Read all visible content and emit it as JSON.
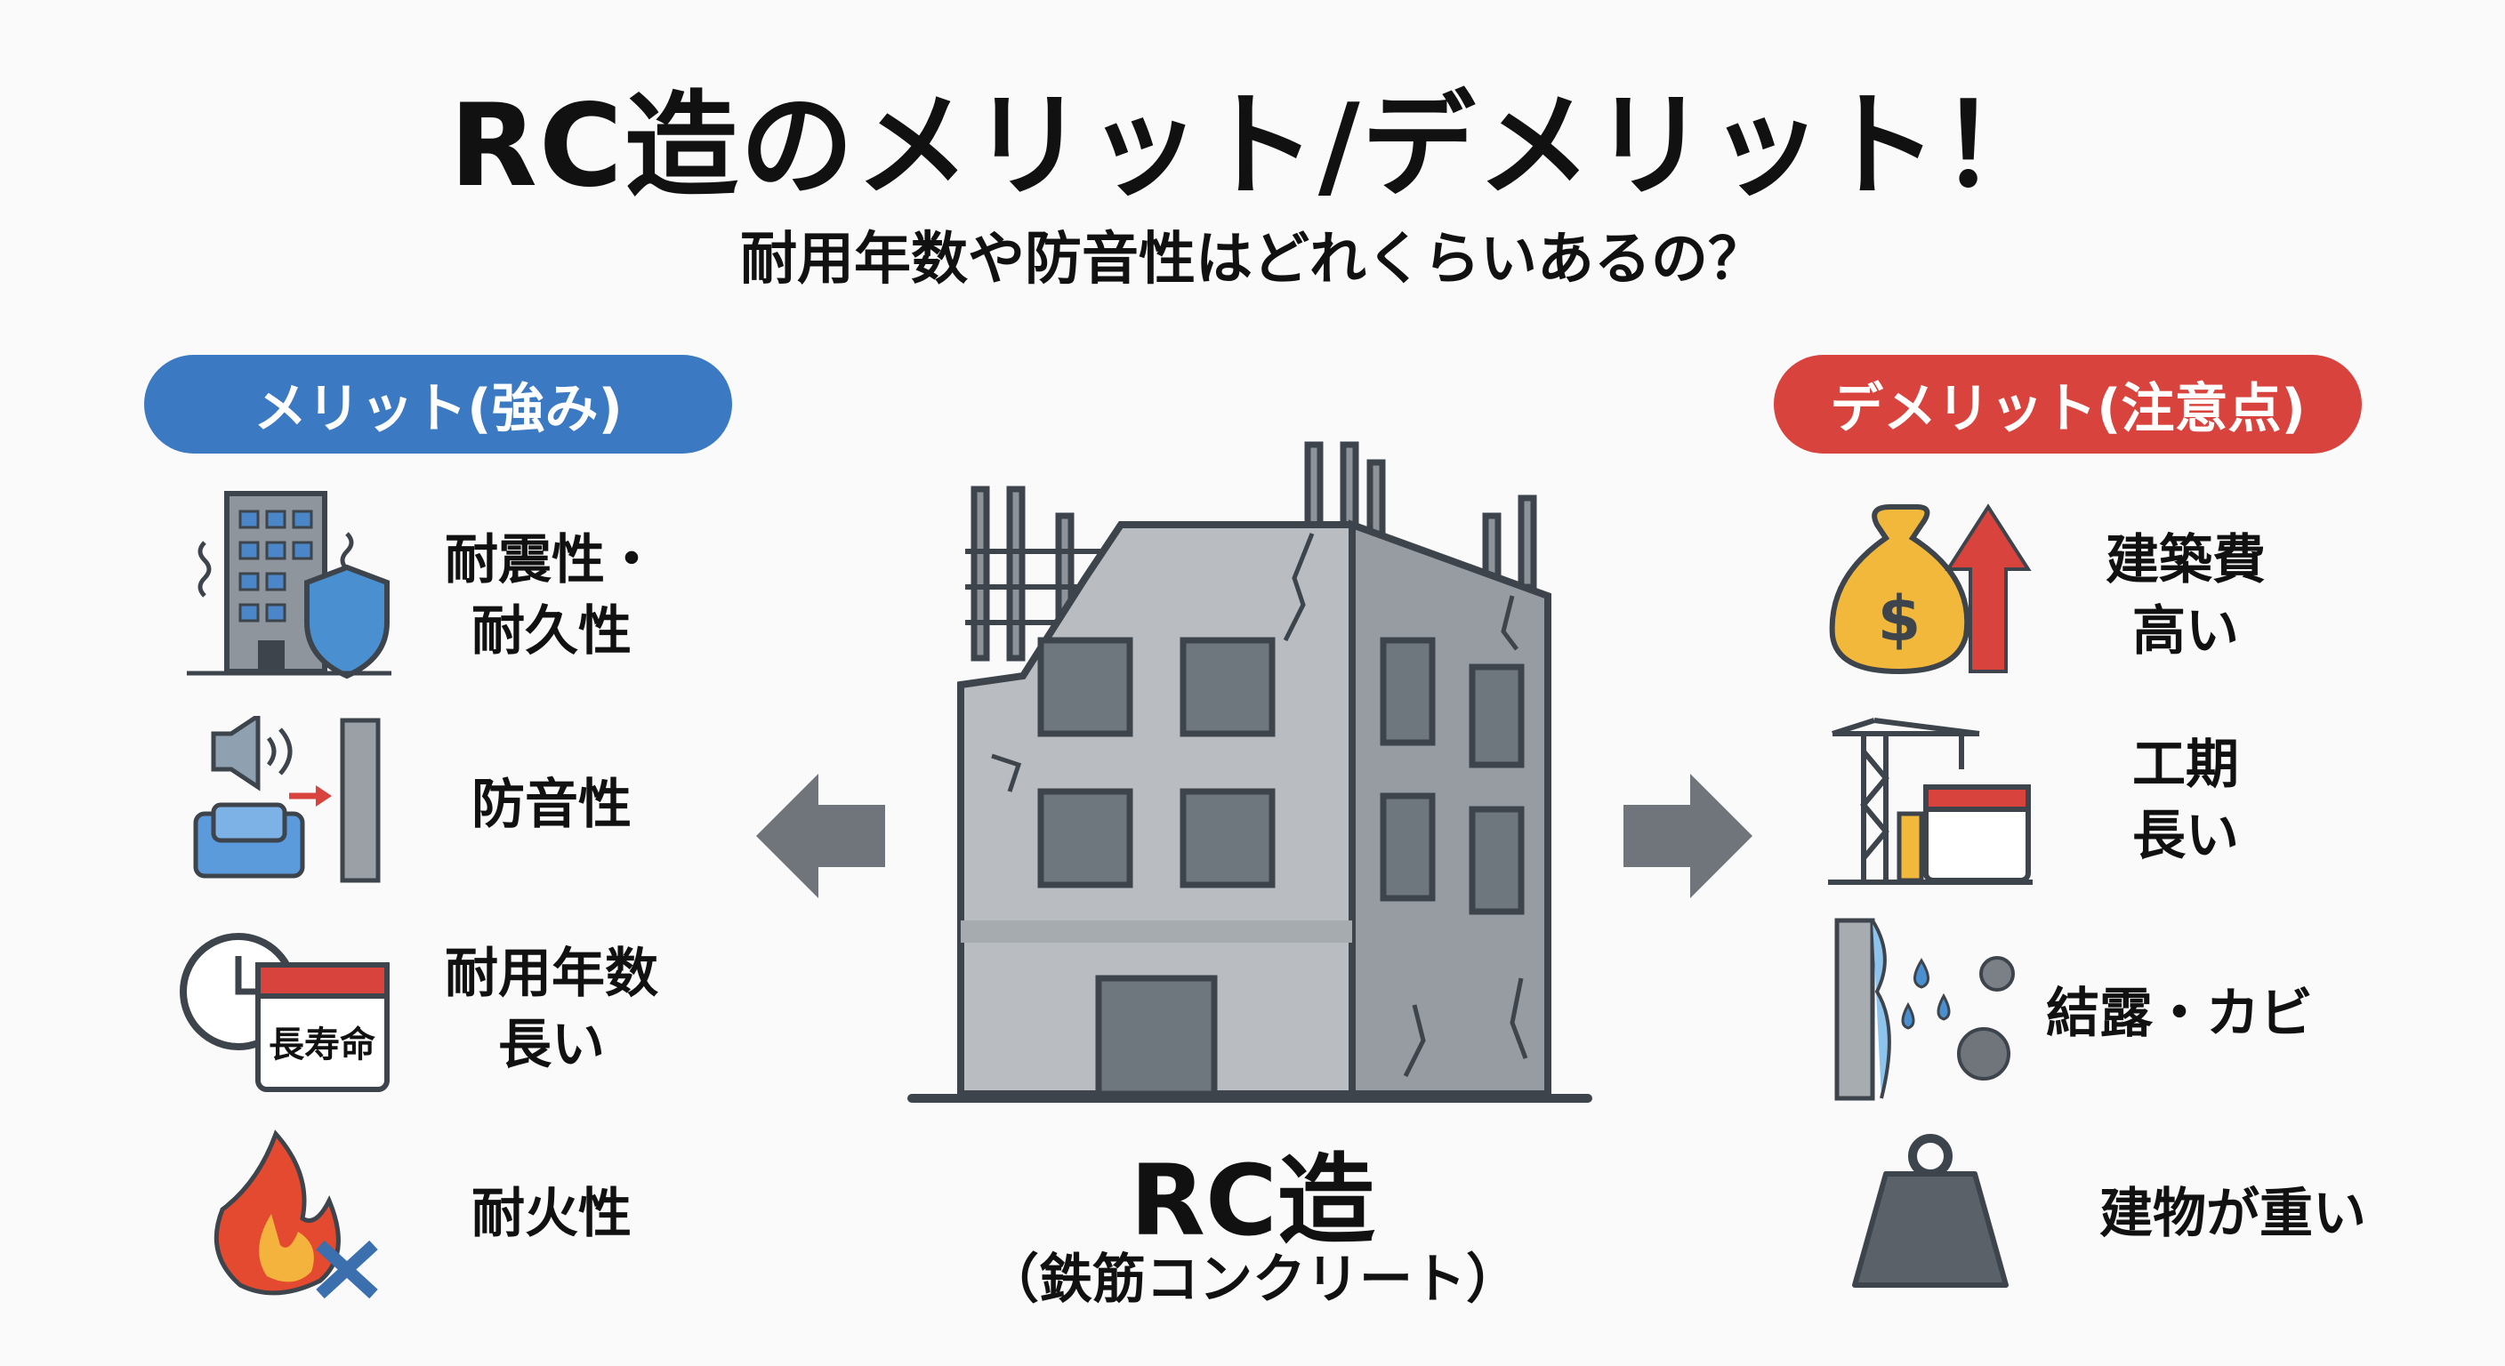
{
  "header": {
    "title": "RC造のメリット/デメリット！",
    "subtitle": "耐用年数や防音性はどれくらいあるの？"
  },
  "merits": {
    "heading": "メリット(強み)",
    "items": [
      {
        "icon": "building-shield-icon",
        "lines": [
          "耐震性・",
          "耐久性"
        ]
      },
      {
        "icon": "sound-wall-icon",
        "lines": [
          "防音性"
        ]
      },
      {
        "icon": "clock-calendar-icon",
        "lines": [
          "耐用年数",
          "長い"
        ],
        "badge": "長寿命"
      },
      {
        "icon": "fire-resistant-icon",
        "lines": [
          "耐火性"
        ]
      }
    ]
  },
  "demerits": {
    "heading": "デメリット(注意点)",
    "items": [
      {
        "icon": "money-bag-up-icon",
        "lines": [
          "建築費",
          "高い"
        ]
      },
      {
        "icon": "crane-calendar-icon",
        "lines": [
          "工期",
          "長い"
        ]
      },
      {
        "icon": "condensation-mold-icon",
        "lines": [
          "結露・カビ"
        ]
      },
      {
        "icon": "weight-icon",
        "lines": [
          "建物が重い"
        ]
      }
    ]
  },
  "center": {
    "title": "RC造",
    "subtitle": "（鉄筋コンクリート）"
  },
  "colors": {
    "merit": "#3b7ac2",
    "demerit": "#d9433d",
    "concrete": "#a9adb1",
    "outline": "#3d444c"
  }
}
